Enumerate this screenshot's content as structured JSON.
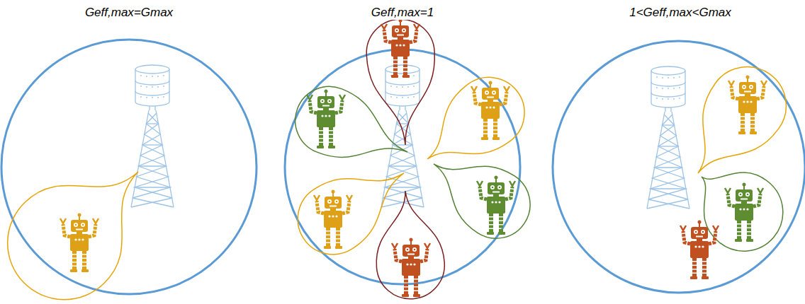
{
  "diagram": {
    "labels": [
      "Geff,max=Gmax",
      "Geff,max=1",
      "1<Geff,max<Gmax"
    ]
  }
}
